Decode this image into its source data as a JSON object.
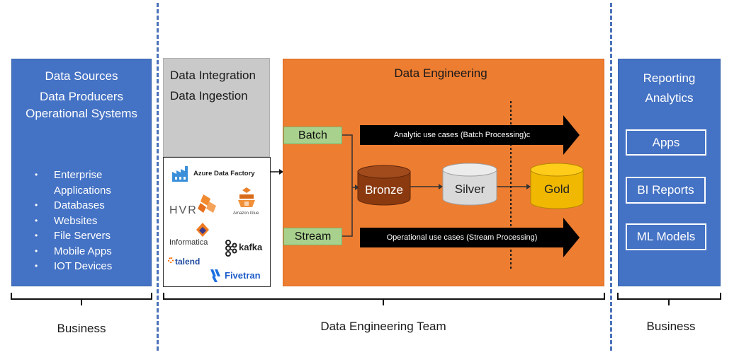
{
  "sources": {
    "title_lines": [
      "Data Sources",
      "Data Producers",
      "Operational Systems"
    ],
    "items": [
      "Enterprise Applications",
      "Databases",
      "Websites",
      "File Servers",
      "Mobile Apps",
      "IOT Devices"
    ]
  },
  "integration": {
    "title_lines": [
      "Data Integration",
      "Data Ingestion"
    ],
    "logos": {
      "azure": "Azure Data Factory",
      "hvr": "HVR",
      "glue": "Amazon Glue",
      "informatica": "Informatica",
      "kafka": "kafka",
      "talend": "talend",
      "fivetran": "Fivetran"
    }
  },
  "engineering": {
    "title": "Data Engineering",
    "batch_label": "Batch",
    "stream_label": "Stream",
    "batch_arrow": "Analytic use cases (Batch Processing)c",
    "stream_arrow": "Operational use cases (Stream Processing)",
    "bronze": "Bronze",
    "silver": "Silver",
    "gold": "Gold"
  },
  "reporting": {
    "title_lines": [
      "Reporting",
      "Analytics"
    ],
    "apps": "Apps",
    "bi": "BI Reports",
    "ml": "ML Models"
  },
  "bottom": {
    "left": "Business",
    "middle": "Data Engineering Team",
    "right": "Business"
  },
  "colors": {
    "blue": "#4472c4",
    "orange": "#ed7d31",
    "green": "#a9d18e",
    "bronze": "#8b3a10",
    "silver": "#d9d9d9",
    "gold": "#f0b800",
    "divider": "#4a72b8"
  }
}
